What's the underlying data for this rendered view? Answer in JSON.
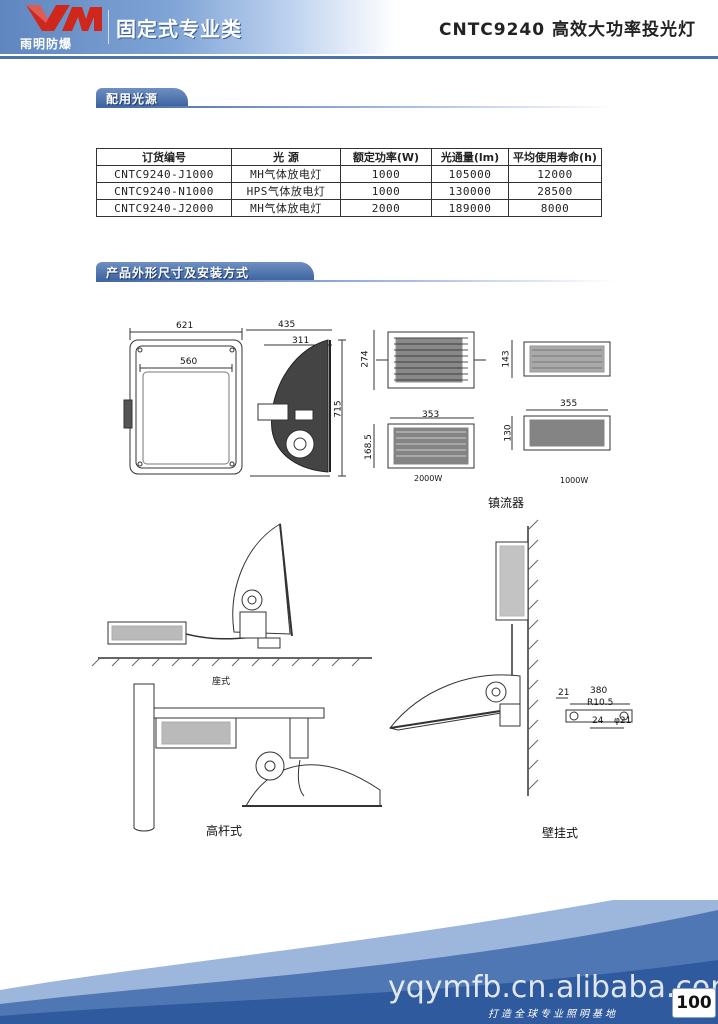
{
  "header": {
    "logo_mark": "YM",
    "logo_text": "雨明防爆",
    "category_title": "固定式专业类",
    "product_title": "CNTC9240  高效大功率投光灯"
  },
  "sections": {
    "light_source": "配用光源",
    "dimensions": "产品外形尺寸及安装方式"
  },
  "table": {
    "headers": [
      "订货编号",
      "光 源",
      "额定功率(W)",
      "光通量(lm)",
      "平均使用寿命(h)"
    ],
    "rows": [
      [
        "CNTC9240-J1000",
        "MH气体放电灯",
        "1000",
        "105000",
        "12000"
      ],
      [
        "CNTC9240-N1000",
        "HPS气体放电灯",
        "1000",
        "130000",
        "28500"
      ],
      [
        "CNTC9240-J2000",
        "MH气体放电灯",
        "2000",
        "189000",
        "8000"
      ]
    ]
  },
  "drawings": {
    "front_width": "621",
    "front_inner_width": "560",
    "side_depth": "435",
    "side_inner": "311",
    "side_height": "715",
    "ballast_2000_height": "274",
    "ballast_2000_length": "353",
    "ballast_2000_depth": "168.5",
    "ballast_2000_caption": "2000W",
    "ballast_1000_height": "143",
    "ballast_1000_length": "355",
    "ballast_1000_depth": "130",
    "ballast_1000_caption": "1000W",
    "ballast_title": "镇流器",
    "mount_floor": "座式",
    "mount_pole": "高杆式",
    "mount_wall": "壁挂式",
    "bracket_380": "380",
    "bracket_r": "R10.5",
    "bracket_21a": "21",
    "bracket_24": "24",
    "bracket_phi": "φ21"
  },
  "footer": {
    "watermark": "yqymfb.cn.alibaba.com",
    "slogan": "打造全球专业照明基地",
    "page_number": "100"
  },
  "colors": {
    "brand_blue": "#3f65a1",
    "logo_red": "#d0271d"
  }
}
